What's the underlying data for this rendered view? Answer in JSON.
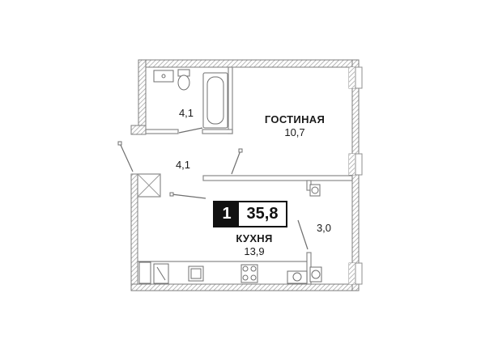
{
  "rooms": {
    "bathroom": {
      "area": "4,1"
    },
    "hallway": {
      "area": "4,1"
    },
    "living": {
      "name": "ГОСТИНАЯ",
      "area": "10,7"
    },
    "kitchen": {
      "name": "КУХНЯ",
      "area": "13,9"
    },
    "balcony": {
      "area": "3,0"
    }
  },
  "summary": {
    "rooms_count": "1",
    "total_area": "35,8"
  },
  "colors": {
    "wall": "#8a8a8a",
    "hatch": "#b5b5b5",
    "ink": "#1a1a1a",
    "window": "#9a9a9a"
  }
}
